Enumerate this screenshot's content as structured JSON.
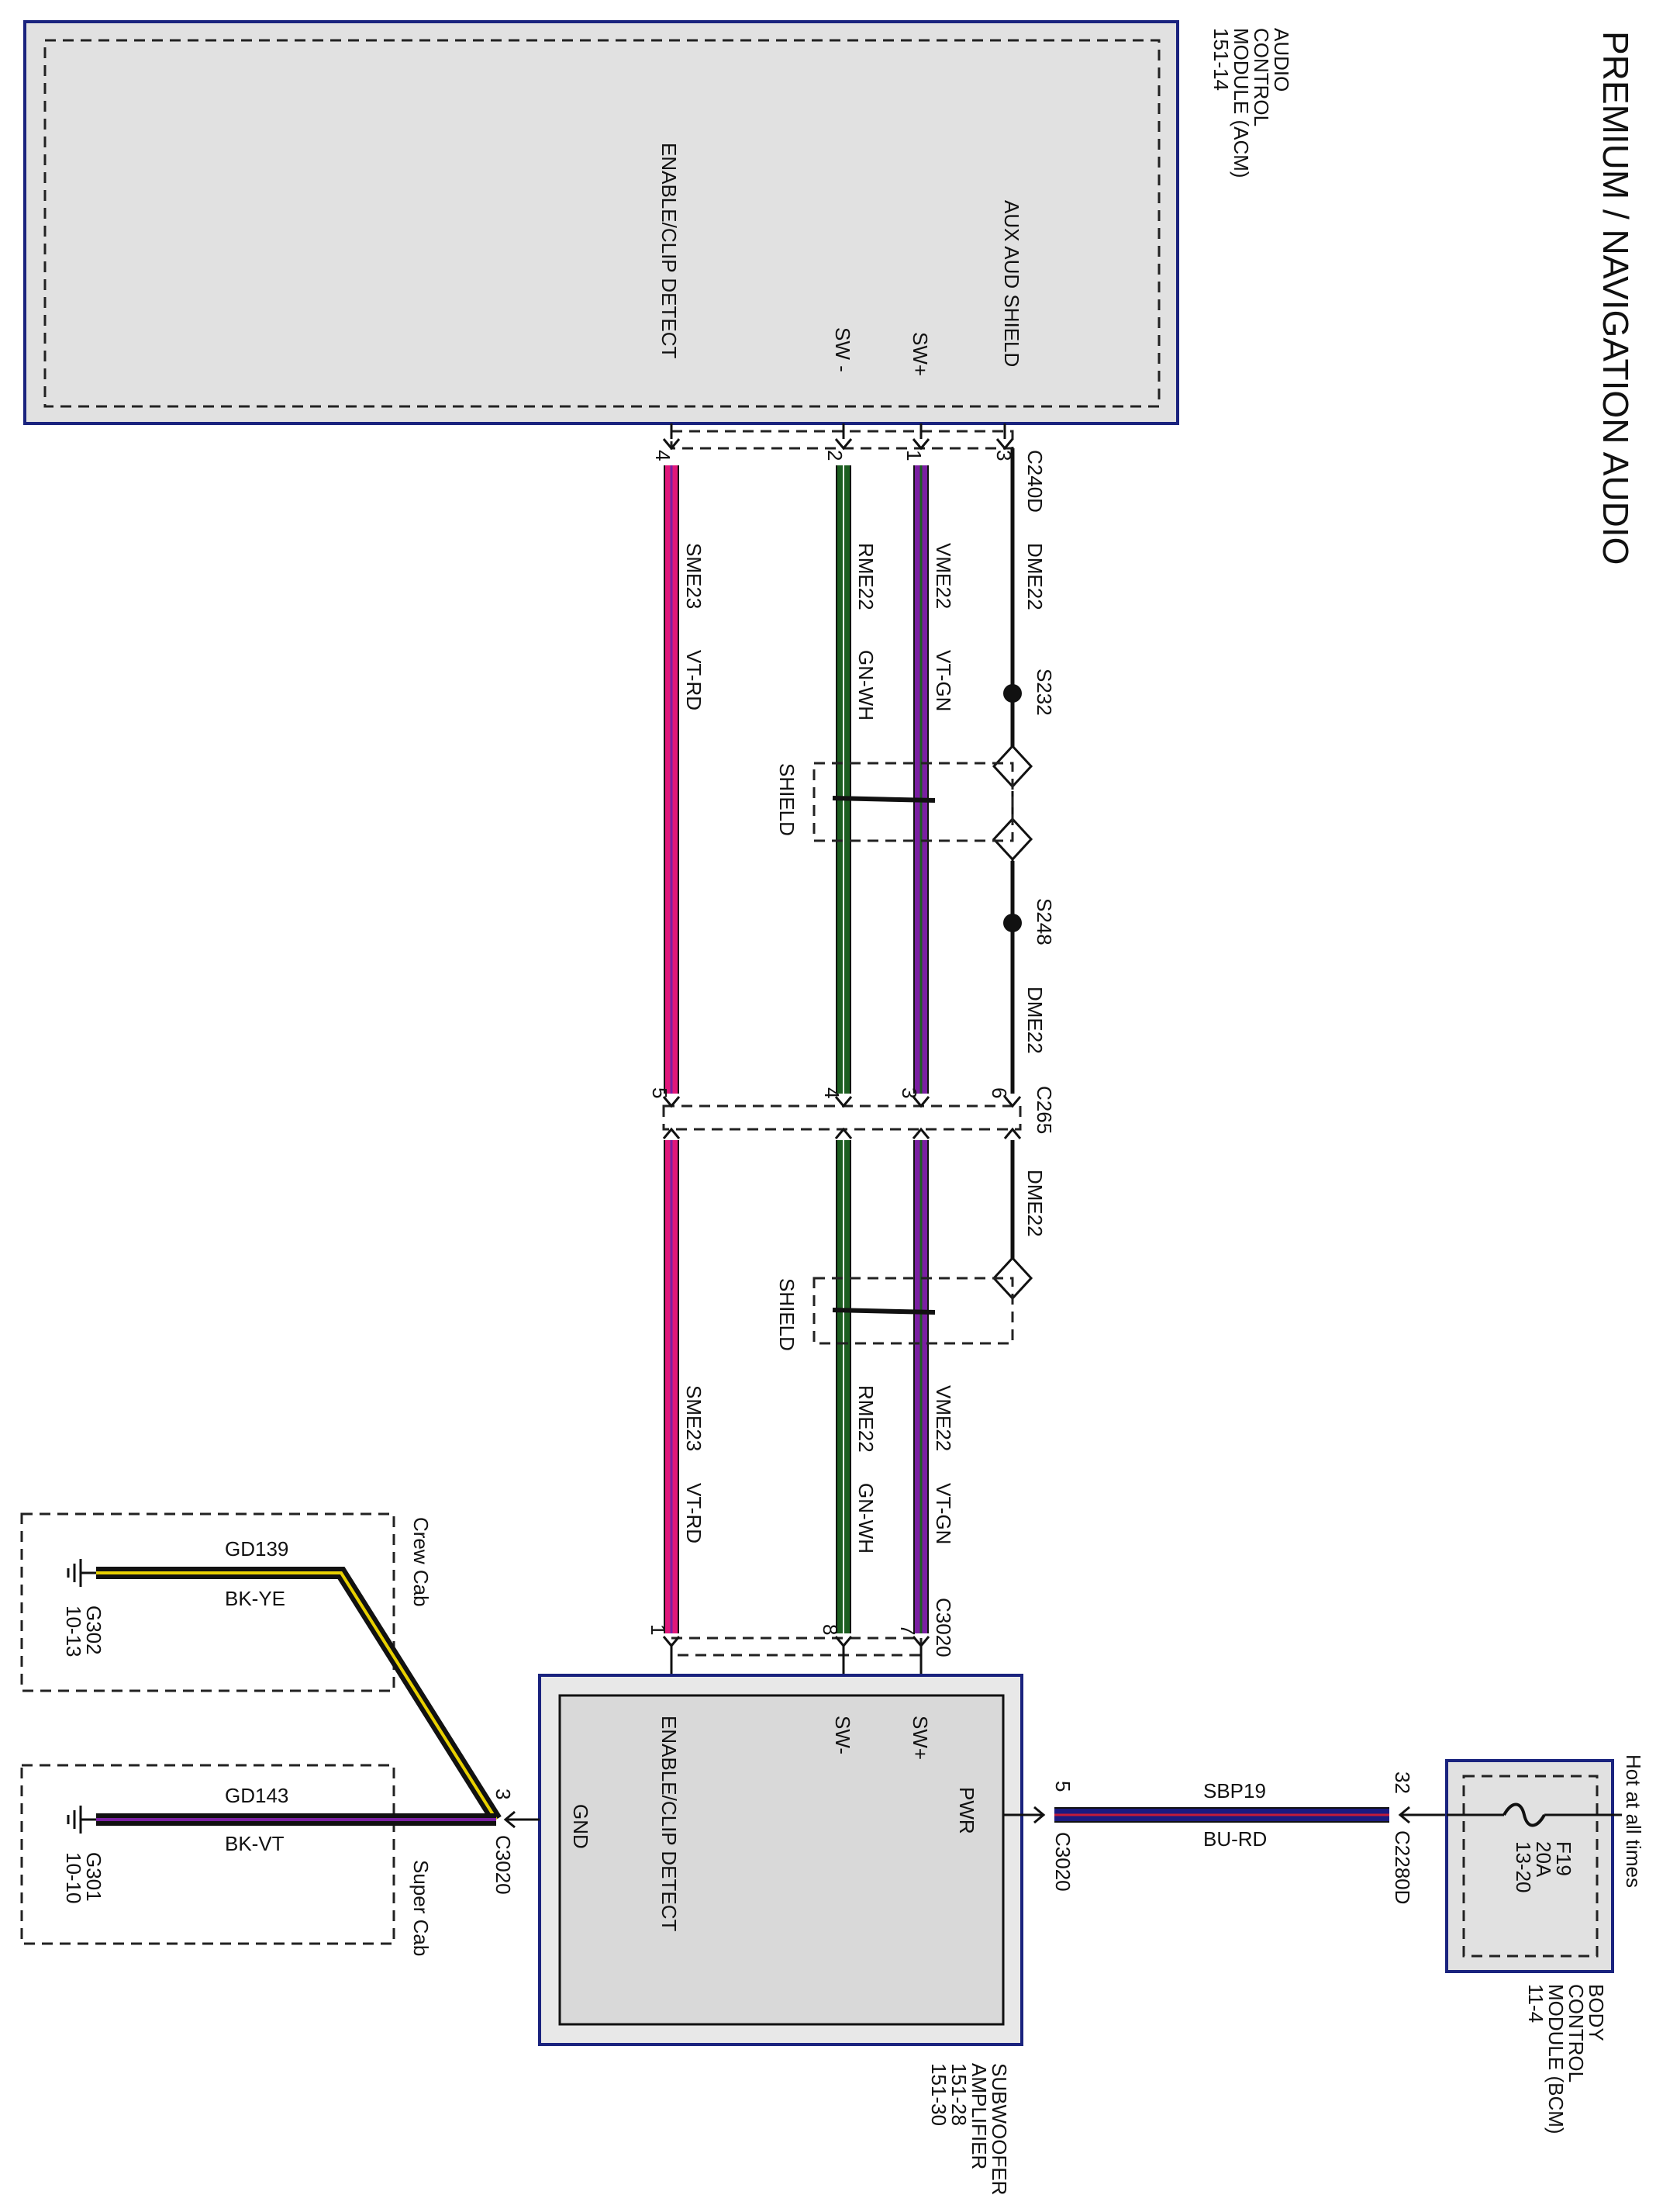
{
  "title": "PREMIUM / NAVIGATION AUDIO",
  "modules": {
    "acm": {
      "name_lines": [
        "AUDIO",
        "CONTROL",
        "MODULE (ACM)",
        "151-14"
      ],
      "pins": {
        "aux_aud_shield": "AUX AUD SHIELD",
        "sw_plus": "SW+",
        "sw_minus": "SW -",
        "enable_clip": "ENABLE/CLIP DETECT"
      }
    },
    "subwoofer": {
      "name_lines": [
        "SUBWOOFER",
        "AMPLIFIER",
        "151-28",
        "151-30"
      ],
      "pins": {
        "pwr": "PWR",
        "sw_plus": "SW+",
        "sw_minus": "SW-",
        "enable_clip": "ENABLE/CLIP DETECT",
        "gnd": "GND"
      }
    },
    "bcm": {
      "name_lines": [
        "BODY",
        "CONTROL",
        "MODULE (BCM)",
        "11-4"
      ],
      "fuse_lines": [
        "F19",
        "20A",
        "13-20"
      ],
      "hot": "Hot at all times"
    }
  },
  "connectors": {
    "c240d": "C240D",
    "c265": "C265",
    "c3020": "C3020",
    "c2280d": "C2280D"
  },
  "pin_numbers": {
    "c240d": [
      "3",
      "1",
      "2",
      "4"
    ],
    "c265": [
      "6",
      "3",
      "4",
      "5"
    ],
    "c3020_signal": [
      "7",
      "8",
      "1"
    ],
    "c3020_pwr": "5",
    "c3020_gnd": "3",
    "c2280d": "32"
  },
  "splices": {
    "s232": "S232",
    "s248": "S248"
  },
  "shield_label": "SHIELD",
  "circuits": {
    "dme22": "DME22",
    "vme22": "VME22",
    "rme22": "RME22",
    "sme23": "SME23",
    "sbp19": "SBP19",
    "gd139": "GD139",
    "gd143": "GD143"
  },
  "wire_colors": {
    "vt_gn": "VT-GN",
    "gn_wh": "GN-WH",
    "vt_rd": "VT-RD",
    "bu_rd": "BU-RD",
    "bk_ye": "BK-YE",
    "bk_vt": "BK-VT"
  },
  "grounds": {
    "g302": [
      "G302",
      "10-13"
    ],
    "g301": [
      "G301",
      "10-10"
    ]
  },
  "options": {
    "crew_cab": "Crew Cab",
    "super_cab": "Super Cab"
  },
  "palette": {
    "module_fill": "#e1e1e1",
    "module_border": "#1a237e",
    "violet": "#7a1fa2",
    "magenta": "#e0177a",
    "green": "#1c5e20",
    "blue": "#1a1a80",
    "yellow": "#e8d000",
    "black": "#111111"
  }
}
